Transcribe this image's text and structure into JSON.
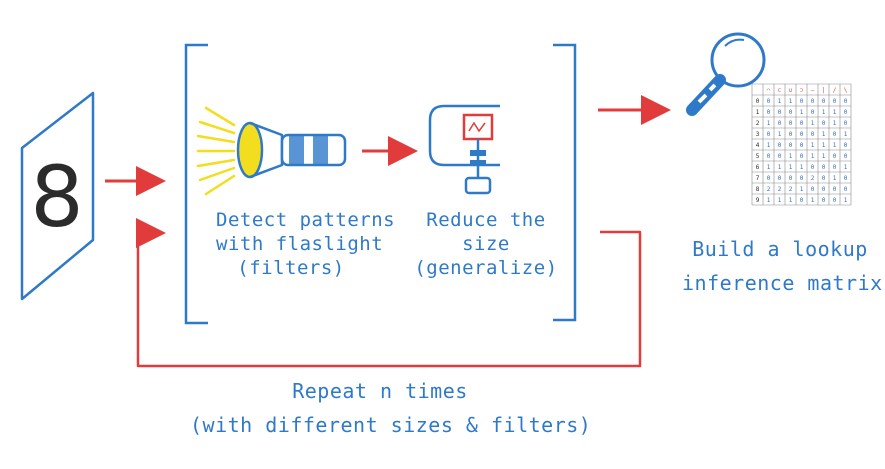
{
  "input": {
    "digit": "8"
  },
  "steps": {
    "detect": {
      "line1": "Detect patterns",
      "line2": "with flaslight",
      "line3": "(filters)"
    },
    "reduce": {
      "line1": "Reduce the",
      "line2": "size",
      "line3": "(generalize)"
    }
  },
  "output": {
    "line1": "Build a lookup",
    "line2": "inference matrix"
  },
  "loop": {
    "line1": "Repeat n times",
    "line2": "(with different sizes & filters)"
  },
  "matrix": {
    "header": [
      "◠",
      "⊂",
      "∪",
      "⊃",
      "—",
      "|",
      "/",
      "\\"
    ],
    "rows": [
      [
        "0",
        "0",
        "1",
        "1",
        "0",
        "0",
        "0",
        "0",
        "0"
      ],
      [
        "1",
        "0",
        "0",
        "0",
        "1",
        "0",
        "1",
        "1",
        "0"
      ],
      [
        "2",
        "1",
        "0",
        "0",
        "0",
        "1",
        "0",
        "1",
        "0"
      ],
      [
        "3",
        "0",
        "1",
        "0",
        "0",
        "0",
        "1",
        "0",
        "1"
      ],
      [
        "4",
        "1",
        "0",
        "0",
        "0",
        "1",
        "1",
        "1",
        "0"
      ],
      [
        "5",
        "0",
        "0",
        "1",
        "0",
        "1",
        "1",
        "0",
        "0"
      ],
      [
        "6",
        "1",
        "1",
        "1",
        "1",
        "0",
        "0",
        "0",
        "1"
      ],
      [
        "7",
        "0",
        "0",
        "0",
        "0",
        "2",
        "0",
        "1",
        "0"
      ],
      [
        "8",
        "2",
        "2",
        "2",
        "1",
        "0",
        "0",
        "0",
        "0"
      ],
      [
        "9",
        "1",
        "1",
        "1",
        "0",
        "1",
        "0",
        "0",
        "1"
      ]
    ]
  },
  "colors": {
    "blue": "#2f79c9",
    "red": "#e23b3b",
    "yellow": "#f2de1f",
    "dark": "#2b2b2b"
  }
}
